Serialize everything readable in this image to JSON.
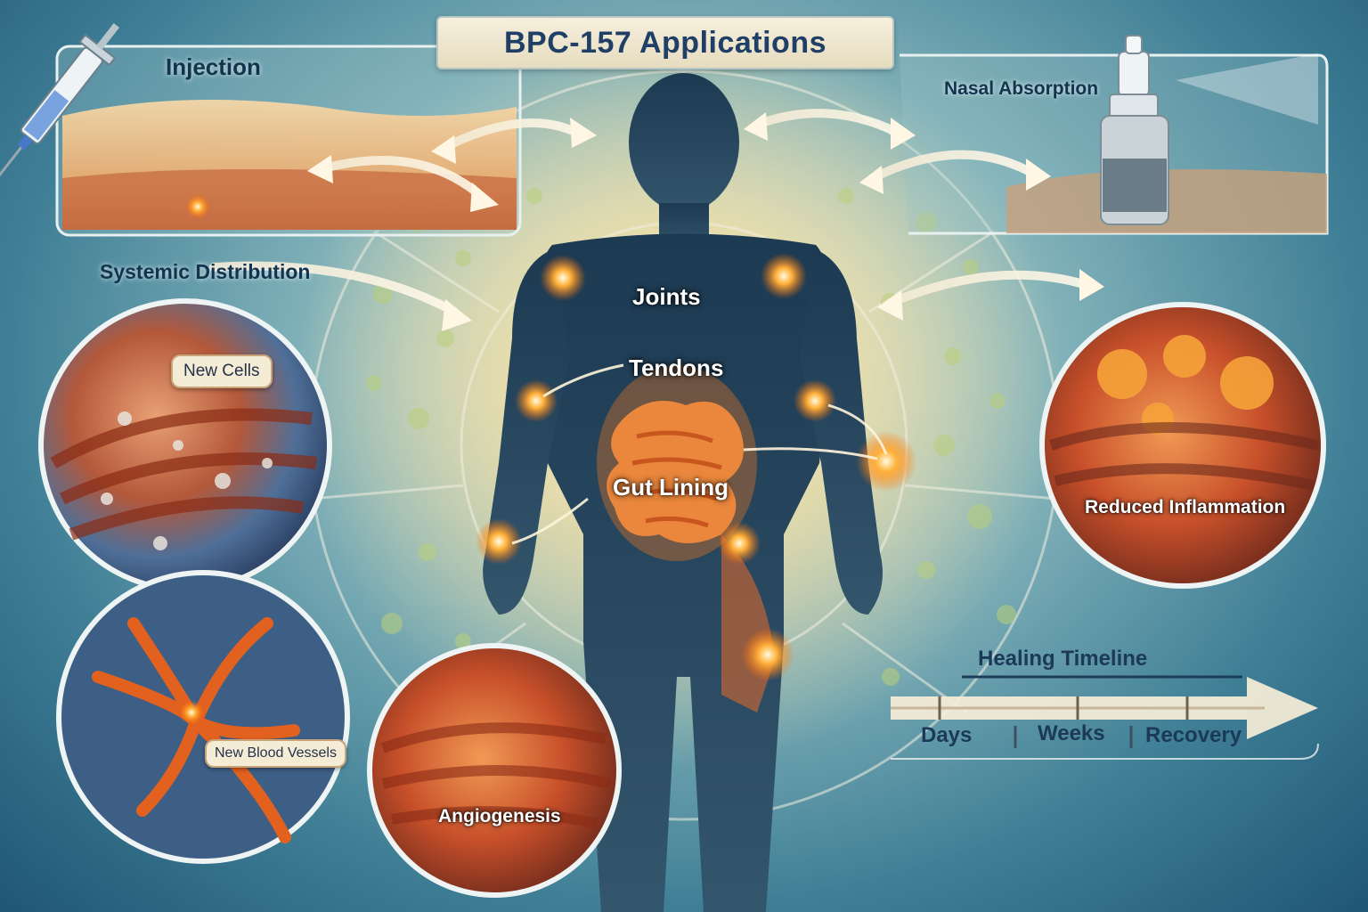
{
  "title": "BPC-157 Applications",
  "routes": {
    "injection": "Injection",
    "nasal": "Nasal Absorption",
    "systemic": "Systemic Distribution"
  },
  "body_targets": {
    "joints": "Joints",
    "tendons": "Tendons",
    "gut": "Gut Lining"
  },
  "circles": {
    "new_cells": "New Cells",
    "new_blood_vessels": "New Blood Vessels",
    "angiogenesis": "Angiogenesis",
    "reduced_inflammation": "Reduced Inflammation"
  },
  "timeline": {
    "title": "Healing Timeline",
    "stages": [
      "Days",
      "Weeks",
      "Recovery"
    ]
  },
  "colors": {
    "accent_glow": "#ff8a1e",
    "title_text": "#1f3f66",
    "panel_border": "#e8f1f0"
  }
}
